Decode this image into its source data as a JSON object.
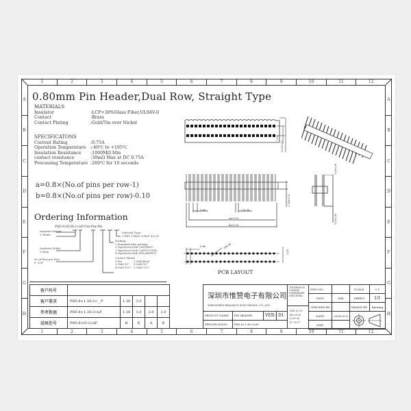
{
  "drawing": {
    "title": "0.80mm Pin Header,Dual Row, Straight Type",
    "column_numbers": [
      "1",
      "2",
      "3",
      "4",
      "5",
      "6",
      "7",
      "8",
      "9",
      "10",
      "11",
      "12"
    ],
    "row_letters": [
      "A",
      "B",
      "C",
      "D",
      "E",
      "F",
      "G",
      "H"
    ],
    "materials": {
      "heading": "MATERIALS",
      "rows": [
        {
          "key": "Insulator",
          "value": ":LCP+30%Glass Fiber,UL94V-0"
        },
        {
          "key": "Contact",
          "value": ":Brass"
        },
        {
          "key": "Contact Plating",
          "value": ":Gold/Tin over Nickel"
        }
      ]
    },
    "specifications": {
      "heading": "SPECIFICATONS",
      "rows": [
        {
          "key": "Current Rating",
          "value": ":0.75A"
        },
        {
          "key": "Operation Temperature",
          "value": ":-40℃ to +105℃"
        },
        {
          "key": "Insulation Resistance",
          "value": ":1000MΩ Min"
        },
        {
          "key": "contact resistance",
          "value": ":30mΩ Max at DC 0.75A"
        },
        {
          "key": "Processing Temperature",
          "value": ":260℃ for 10 seconds"
        }
      ]
    },
    "formulas": {
      "a": "a=0.8×(No.of pins per row-1)",
      "b": "b=0.8×(No.of pins per row)-0.10"
    },
    "ordering": {
      "heading": "Ordering Information",
      "code": "PH0.8×H-W-2×nP-Cxx-Pxx-Mx",
      "left_notes": [
        {
          "label": "Insulator Height",
          "value": "1.38mm"
        },
        {
          "label": "Insulator Width",
          "value": "3.0mm"
        },
        {
          "label": "No.of Pins per Row",
          "value": "P: 1CP"
        }
      ],
      "material_type": {
        "label": "Material Type:",
        "value": "1:PBT 2:PA6T 3:PA9T 4:LCP"
      },
      "packing": {
        "label": "Packing:",
        "items": [
          "1:Standard tube packing",
          "2:Tape&reel with CAP(PA6T)",
          "3:Tape&reel with CAP(SUS304)",
          "4:Tape&reel with MYLAR(PET)"
        ]
      },
      "contact_plated": {
        "label": "Contact Plated",
        "items": [
          "0:Tin",
          "1:Gold flash",
          "2:Gold 3U\"",
          "3:Gold 5U\"",
          "4:Gold 10U\"",
          "5:Gold 15U\""
        ]
      }
    },
    "dimensions": {
      "top_view_side": [
        "1.90",
        "3.0±0.15"
      ],
      "front_pitch": "0.80",
      "front_pin": "□0.30",
      "front_a": "a±0.15",
      "front_b": "b±0.20",
      "front_height": "1.38±0.10",
      "side_top": "3.0±0.20",
      "side_bottom": "5.0±0.20",
      "pcb_pitch": "0.80",
      "pcb_hole": "Ø0.50",
      "pcb_row": "1.50"
    },
    "pcb_layout_label": "PCB LAYOUT"
  },
  "customer_table": {
    "rows": [
      {
        "label": "客户料号",
        "spec": "",
        "h": "",
        "k": "",
        "a": "",
        "b": ""
      },
      {
        "label": "客户需求",
        "spec": "PH0.8×1.38-2×__P",
        "h": "1.38",
        "k": "3.0",
        "a": "",
        "b": ""
      },
      {
        "label": "参考数据",
        "spec": "PH0.8×1.38-2×nP",
        "h": "1.38",
        "k": "3.0",
        "a": "2.0",
        "b": "2.0"
      },
      {
        "label": "规格型号",
        "spec": "PH0.8×H-2×nP",
        "h": "H",
        "k": "K",
        "a": "A",
        "b": "B"
      }
    ]
  },
  "title_block": {
    "company_cn": "深圳市惟赞电子有限公司",
    "company_en": "SHENZHEN REALRUN ELECTRONIC CO.,LTD.",
    "product_name_label": "PRODUCT NAME:",
    "product_name": "PIN HEADER",
    "ver_label": "VER:",
    "ver": "D1",
    "specification_label": "SPECIFICATION:",
    "specification": "PH0.8×1.38-2×nP",
    "tolerance_label": "TOLERANCE UNLESS OTHERWISE SPECIFIED",
    "tolerances": [
      ".XXX ±0.10",
      ".XX ±0.20",
      ".X ±0.30",
      ".X° ±0.5°"
    ],
    "dwg_no_label": "DWG NO.:",
    "dwg_no": "",
    "unit_label": "UNIT:",
    "unit": "MM",
    "checked_by_label": "CHECKED BY:",
    "checked_by": "",
    "date_label": "DATE:",
    "date": "2014.10.8",
    "size_label": "SIZE:",
    "size": "",
    "scale_label": "SCALE:",
    "scale": "1:1",
    "sheet_label": "SHEET:",
    "sheet": "1/1",
    "drawn_by_label": "DRAWN BY:",
    "drawn_by": "Barning"
  }
}
